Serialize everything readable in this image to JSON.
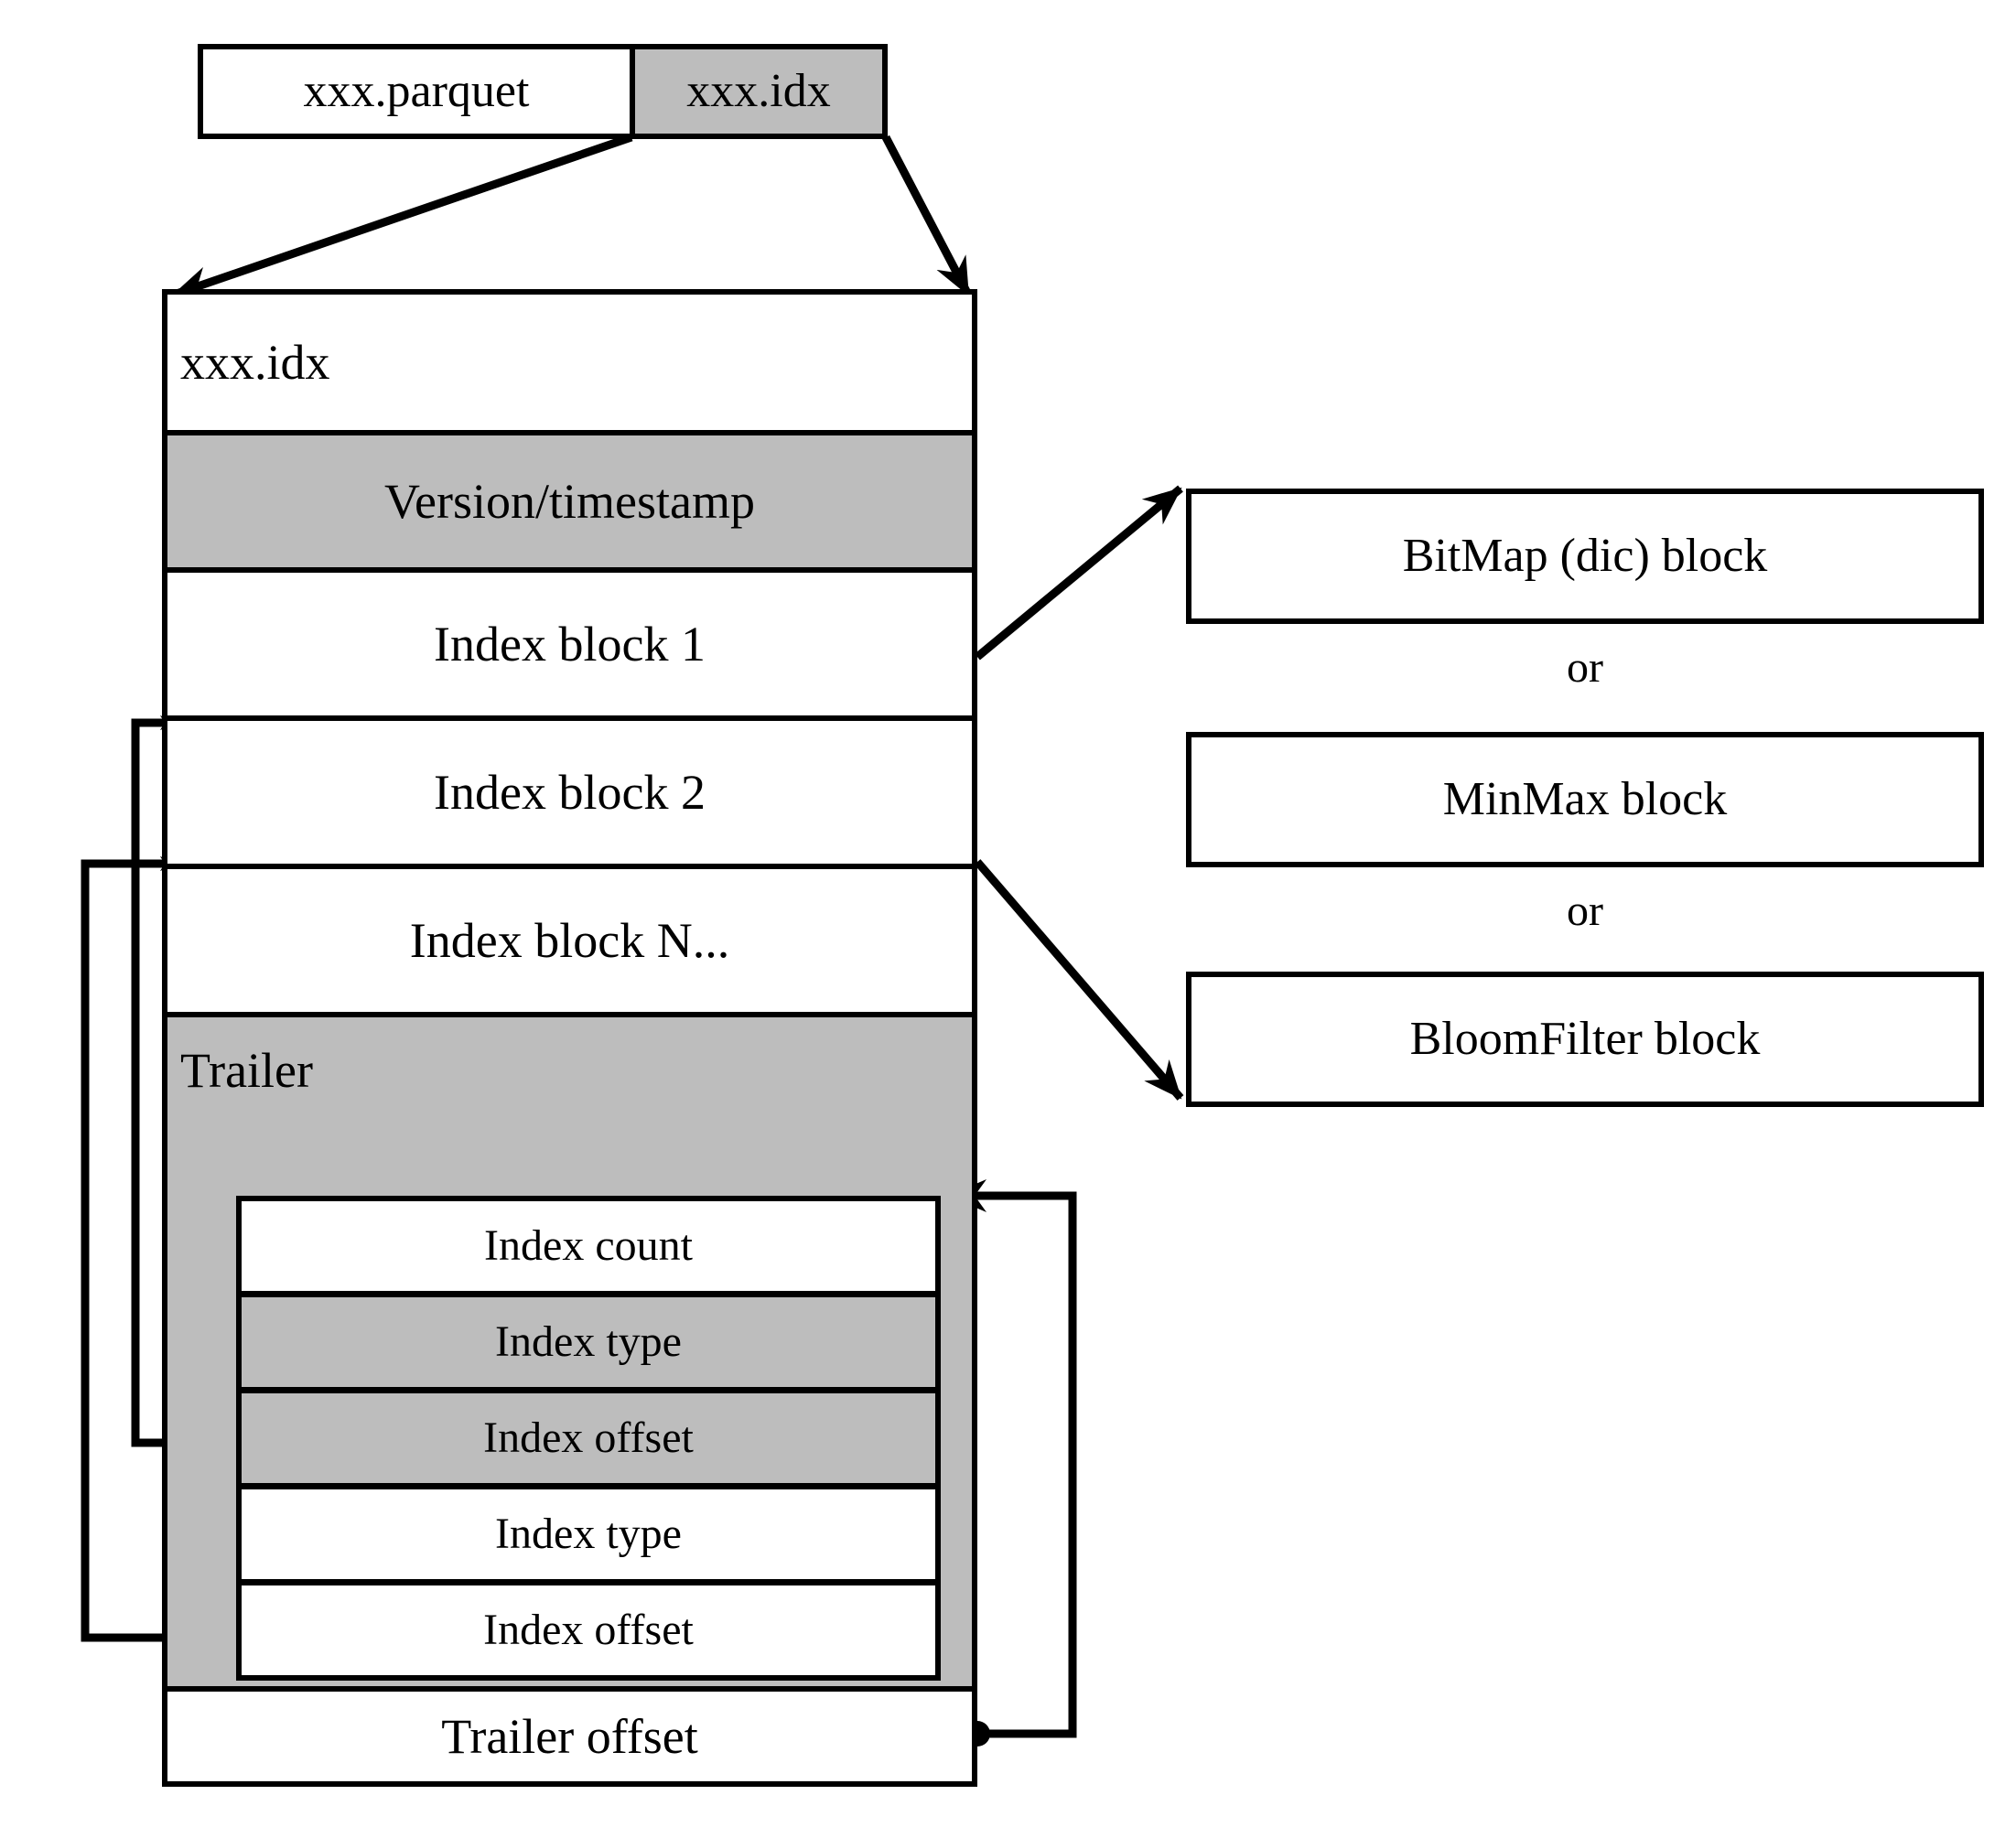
{
  "diagram": {
    "title_hidden": "",
    "colors": {
      "stroke": "#000000",
      "fill_white": "#ffffff",
      "fill_gray": "#bdbdbd"
    },
    "top_row": {
      "parquet_label": "xxx.parquet",
      "idx_label": "xxx.idx"
    },
    "idx_file": {
      "header_label": "xxx.idx",
      "sections": [
        {
          "label": "Version/timestamp",
          "shade": "gray"
        },
        {
          "label": "Index block 1",
          "shade": "white"
        },
        {
          "label": "Index block 2",
          "shade": "white"
        },
        {
          "label": "Index block N...",
          "shade": "white"
        }
      ],
      "trailer": {
        "label": "Trailer",
        "shade": "gray",
        "rows": [
          {
            "label": "Index count",
            "shade": "white"
          },
          {
            "label": "Index type",
            "shade": "gray"
          },
          {
            "label": "Index offset",
            "shade": "gray"
          },
          {
            "label": "Index type",
            "shade": "white"
          },
          {
            "label": "Index offset",
            "shade": "white"
          }
        ]
      },
      "trailer_offset_label": "Trailer offset"
    },
    "block_types": {
      "options": [
        {
          "label": "BitMap (dic) block"
        },
        {
          "label": "MinMax block"
        },
        {
          "label": "BloomFilter block"
        }
      ],
      "separator_label": "or"
    }
  }
}
